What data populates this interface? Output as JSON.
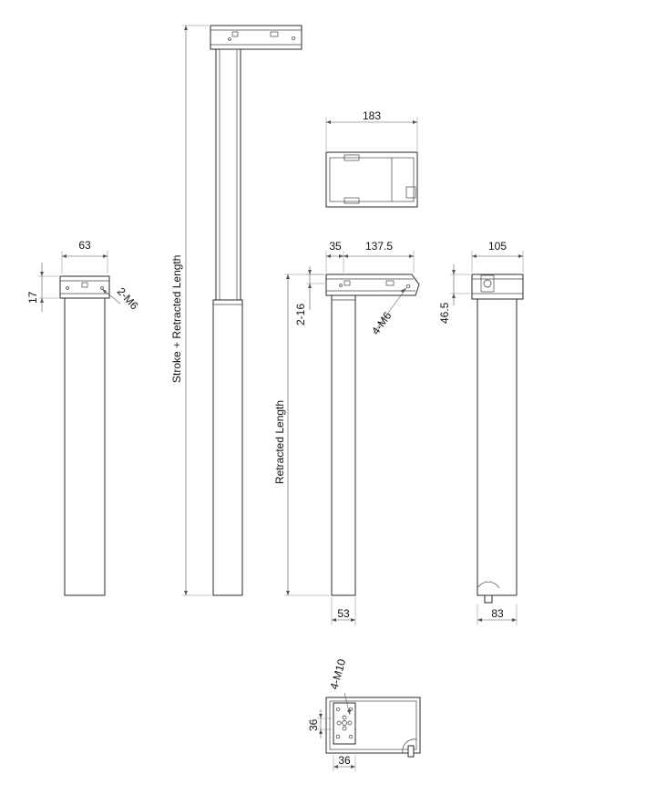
{
  "labels": {
    "dim_63": "63",
    "dim_17": "17",
    "thread_2m6": "2-M6",
    "stroke_length": "Stroke + Retracted Length",
    "dim_183": "183",
    "dim_35": "35",
    "dim_137_5": "137.5",
    "dim_2_16": "2-16",
    "thread_4m6": "4-M6",
    "retracted_length": "Retracted Length",
    "dim_53": "53",
    "dim_105": "105",
    "dim_46_5": "46.5",
    "dim_83": "83",
    "thread_4m10": "4-M10",
    "dim_36_v": "36",
    "dim_36_h": "36"
  }
}
